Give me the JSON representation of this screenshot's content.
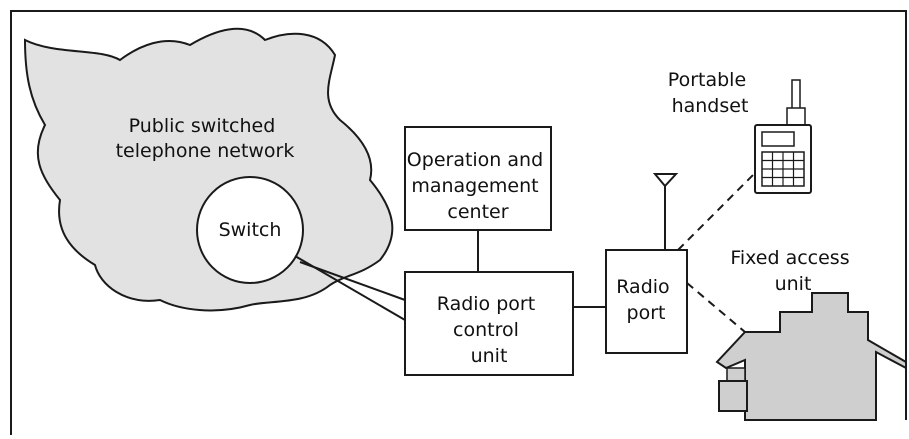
{
  "diagram": {
    "cloud_label": [
      "Public switched",
      "telephone network"
    ],
    "switch_label": "Switch",
    "omc_label": [
      "Operation and",
      "management",
      "center"
    ],
    "rpcu_label": [
      "Radio port",
      "control",
      "unit"
    ],
    "radio_port_label": [
      "Radio",
      "port"
    ],
    "handset_label": [
      "Portable",
      "handset"
    ],
    "fau_label": [
      "Fixed access",
      "unit"
    ]
  },
  "colors": {
    "cloud_fill": "#e2e2e2",
    "house_fill": "#cfcfcf",
    "line": "#1a1a1a"
  },
  "icons": [
    "antenna-icon",
    "handset-icon",
    "house-icon"
  ]
}
